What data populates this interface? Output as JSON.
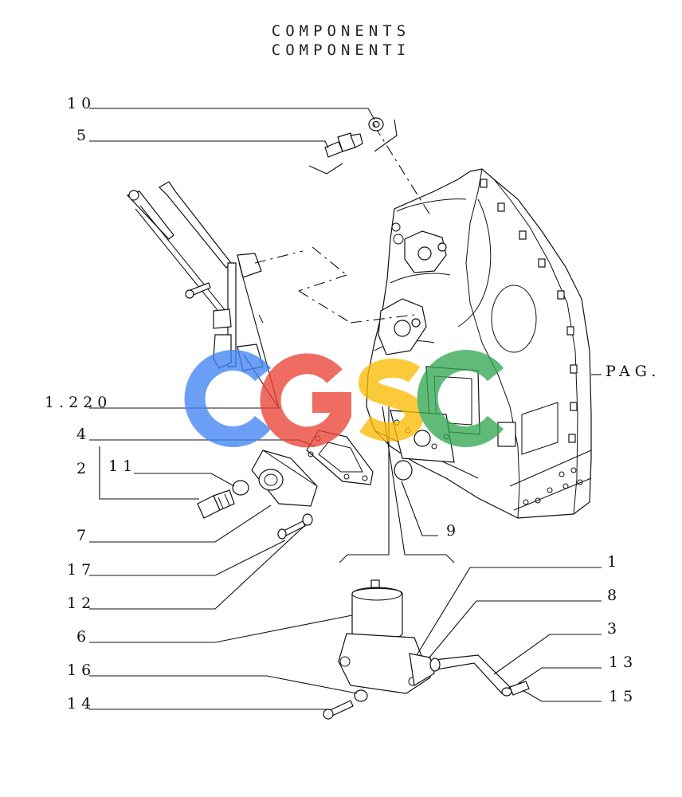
{
  "title": {
    "line1": "COMPONENTS",
    "line2": "COMPONENTI"
  },
  "callouts": {
    "c10": "10",
    "c5": "5",
    "c1220": "1.220",
    "c4": "4",
    "c2": "2",
    "c11": "11",
    "c7": "7",
    "c17": "17",
    "c12": "12",
    "c6": "6",
    "c16": "16",
    "c14": "14",
    "c9": "9",
    "c1": "1",
    "c8": "8",
    "c3": "3",
    "c13": "13",
    "c15": "15",
    "pag": "PAG."
  },
  "watermark": {
    "text": "CGSC",
    "colors": [
      "#4285f4",
      "#ea4335",
      "#fbbc05",
      "#34a853"
    ]
  }
}
